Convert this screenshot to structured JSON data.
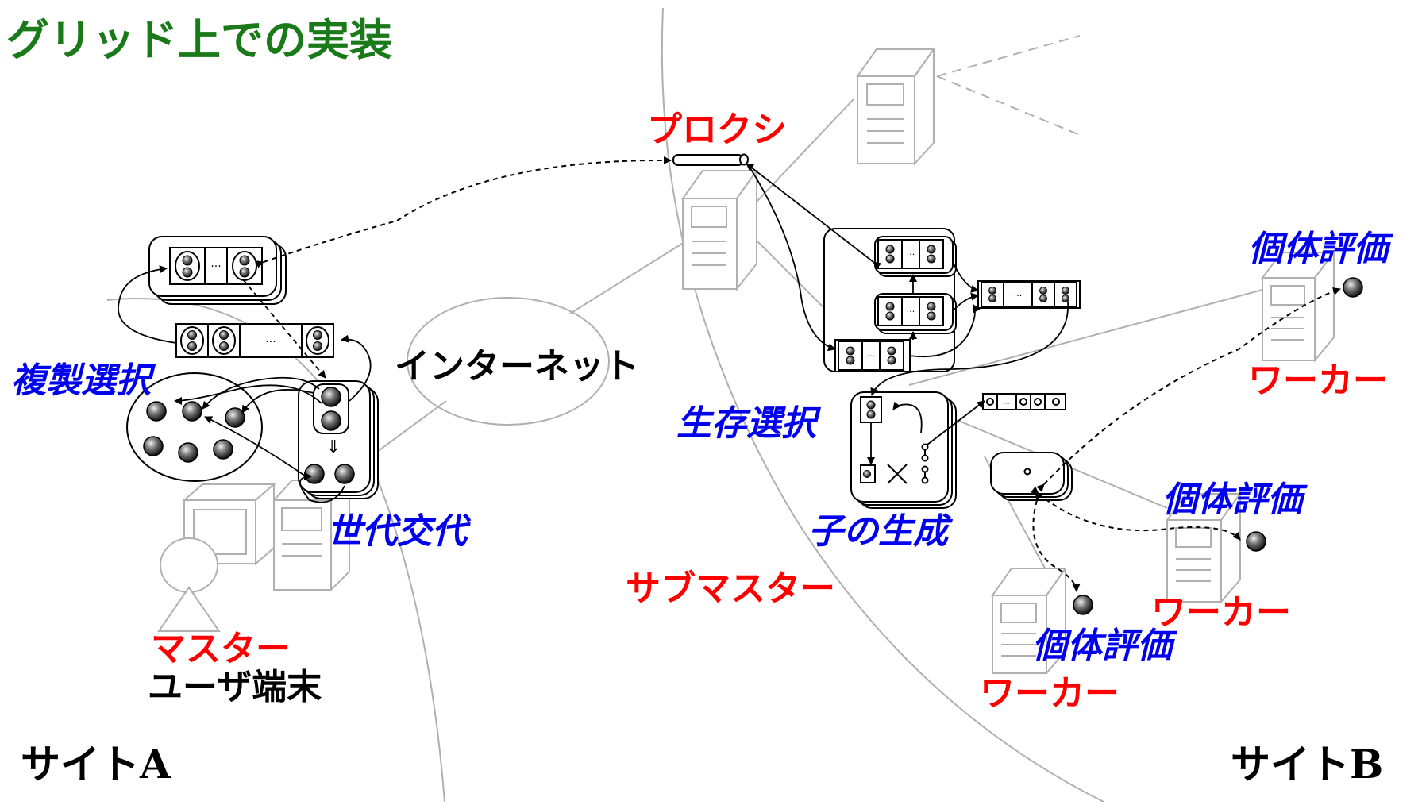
{
  "title": "グリッド上での実装",
  "labels": {
    "proxy": "プロクシ",
    "internet": "インターネット",
    "replication_selection": "複製選択",
    "generation_change": "世代交代",
    "master": "マスター",
    "user_terminal": "ユーザ端末",
    "survival_selection": "生存選択",
    "child_generation": "子の生成",
    "submaster": "サブマスター",
    "individual_eval_1": "個体評価",
    "worker_1": "ワーカー",
    "individual_eval_2": "個体評価",
    "worker_2": "ワーカー",
    "individual_eval_3": "個体評価",
    "worker_3": "ワーカー",
    "site_a": "サイトA",
    "site_b": "サイトB",
    "ellipsis": "···"
  },
  "colors": {
    "title": "#1a7a1a",
    "role_label": "#ff0000",
    "process_label": "#0000ee",
    "text": "#000000",
    "background_lines": "#b0b0b0"
  }
}
